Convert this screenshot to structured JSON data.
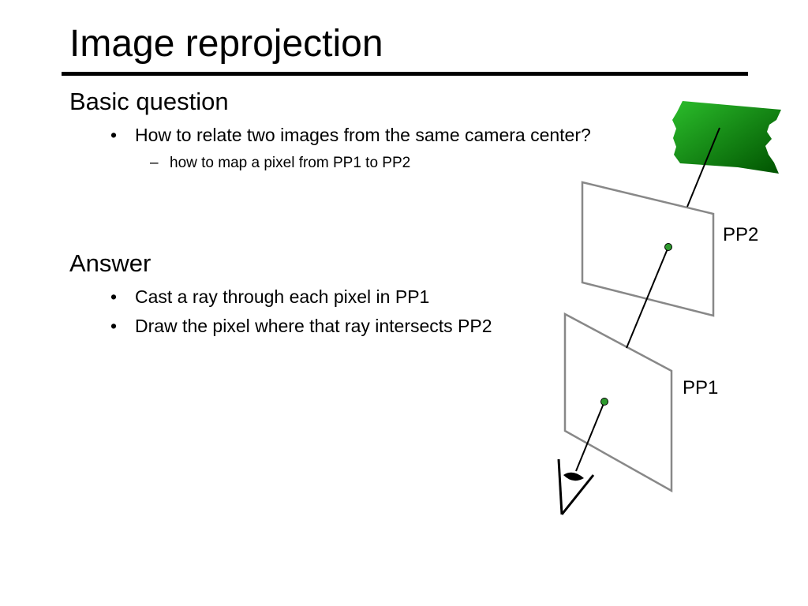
{
  "slide": {
    "title": "Image reprojection",
    "sections": [
      {
        "heading": "Basic question",
        "bullets": [
          {
            "text": "How to relate two images from the same camera center?",
            "subbullets": [
              "how to map a pixel from PP1 to PP2"
            ]
          }
        ]
      },
      {
        "heading": "Answer",
        "bullets": [
          {
            "text": "Cast a ray through each pixel in PP1"
          },
          {
            "text": "Draw the pixel where that ray intersects PP2"
          }
        ]
      }
    ],
    "bullet_mark": "•",
    "sub_mark": "–"
  },
  "diagram": {
    "labels": {
      "pp1": "PP1",
      "pp2": "PP2"
    },
    "colors": {
      "plane_stroke": "#888888",
      "ray": "#000000",
      "point_fill": "#2e9a2e",
      "scene_light": "#2bbd2b",
      "scene_dark": "#005200"
    },
    "icons": [
      "eye-icon",
      "scene-image"
    ]
  }
}
